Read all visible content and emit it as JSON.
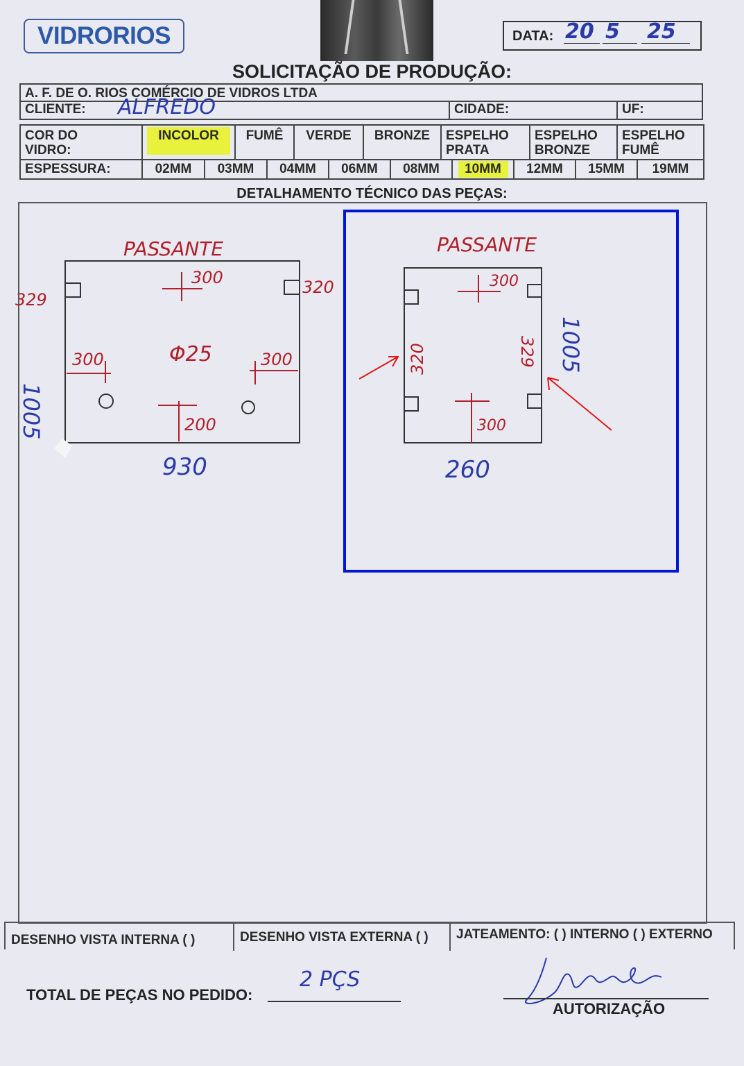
{
  "header": {
    "logo": "VIDRORIOS",
    "title": "SOLICITAÇÃO DE PRODUÇÃO:",
    "date_label": "DATA:",
    "date_day": "20",
    "date_month": "5",
    "date_year": "25"
  },
  "company": {
    "name": "A. F. DE O. RIOS COMÉRCIO DE VIDROS LTDA"
  },
  "client": {
    "label": "CLIENTE:",
    "value": "ALFREDO",
    "city_label": "CIDADE:",
    "city_value": "",
    "uf_label": "UF:",
    "uf_value": ""
  },
  "glass_color": {
    "label_line1": "COR DO",
    "label_line2": "VIDRO:",
    "options": [
      {
        "line1": "INCOLOR",
        "line2": "",
        "selected": true
      },
      {
        "line1": "FUMÊ",
        "line2": "",
        "selected": false
      },
      {
        "line1": "VERDE",
        "line2": "",
        "selected": false
      },
      {
        "line1": "BRONZE",
        "line2": "",
        "selected": false
      },
      {
        "line1": "ESPELHO",
        "line2": "PRATA",
        "selected": false
      },
      {
        "line1": "ESPELHO",
        "line2": "BRONZE",
        "selected": false
      },
      {
        "line1": "ESPELHO",
        "line2": "FUMÊ",
        "selected": false
      }
    ]
  },
  "thickness": {
    "label": "ESPESSURA:",
    "options": [
      {
        "label": "02MM",
        "selected": false
      },
      {
        "label": "03MM",
        "selected": false
      },
      {
        "label": "04MM",
        "selected": false
      },
      {
        "label": "06MM",
        "selected": false
      },
      {
        "label": "08MM",
        "selected": false
      },
      {
        "label": "10MM",
        "selected": true
      },
      {
        "label": "12MM",
        "selected": false
      },
      {
        "label": "15MM",
        "selected": false
      },
      {
        "label": "19MM",
        "selected": false
      }
    ]
  },
  "detail": {
    "title": "DETALHAMENTO TÉCNICO DAS PEÇAS:",
    "piece1": {
      "label": "PASSANTE",
      "hinge_left": "329",
      "hinge_right": "320",
      "height": "1005",
      "top_offset": "300",
      "left_offset": "300",
      "right_offset": "300",
      "bottom_offset": "200",
      "hole": "Φ25",
      "width": "930"
    },
    "piece2": {
      "label": "PASSANTE",
      "top_offset": "300",
      "left_text": "320",
      "right_text": "329",
      "height": "1005",
      "bottom_offset": "300",
      "width": "260"
    }
  },
  "footer": {
    "internal": "DESENHO VISTA INTERNA ( )",
    "external": "DESENHO VISTA EXTERNA ( )",
    "blasting": "JATEAMENTO: ( ) INTERNO ( ) EXTERNO",
    "total_label": "TOTAL DE PEÇAS NO PEDIDO:",
    "total_value": "2 PÇS",
    "auth_label": "AUTORIZAÇÃO"
  },
  "colors": {
    "ink_blue": "#2a3aa8",
    "ink_red": "#b0202a",
    "highlight": "#e8f23c",
    "annotation_box": "#0018d6"
  }
}
